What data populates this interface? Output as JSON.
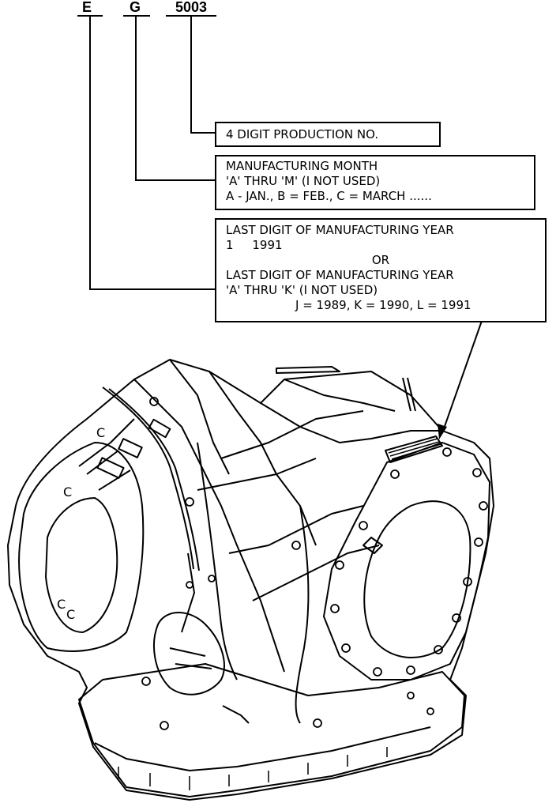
{
  "codes": {
    "e": "E",
    "g": "G",
    "num": "5003"
  },
  "box_production": {
    "line1": "4 DIGIT PRODUCTION NO."
  },
  "box_month": {
    "line1": "MANUFACTURING MONTH",
    "line2": "'A' THRU 'M' (I NOT USED)",
    "line3": "A - JAN., B = FEB., C = MARCH ......"
  },
  "box_year": {
    "line1": "LAST DIGIT OF MANUFACTURING YEAR",
    "line2": "1     1991",
    "line3": "OR",
    "line4": "LAST DIGIT OF MANUFACTURING YEAR",
    "line5": "'A' THRU 'K' (I NOT USED)",
    "line6": "J = 1989, K = 1990, L = 1991"
  }
}
